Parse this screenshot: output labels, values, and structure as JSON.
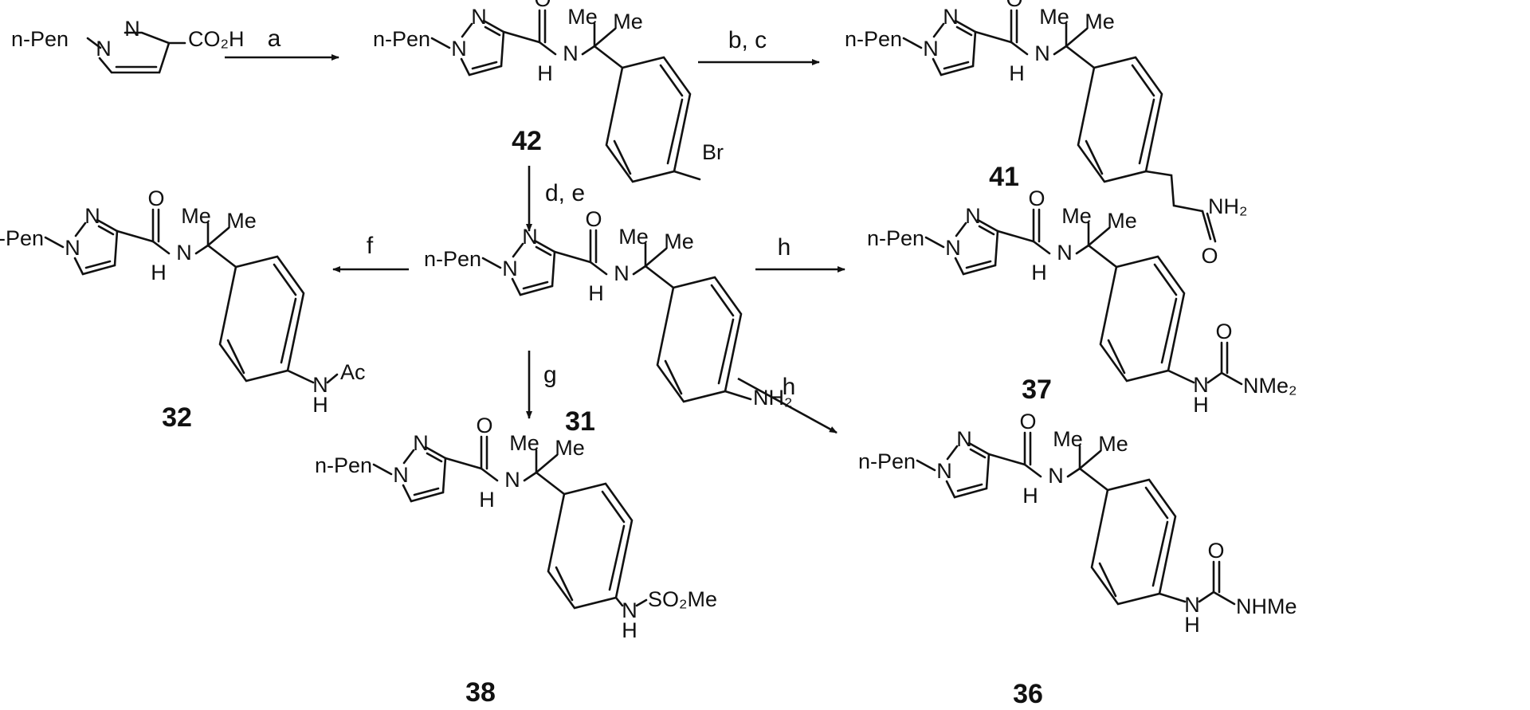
{
  "scheme": {
    "start": {
      "pen": "n-Pen",
      "n1": "N",
      "n2": "N",
      "acid": "CO₂H"
    },
    "mol_42": {
      "id": "42",
      "pen": "n-Pen",
      "n1": "N",
      "n2": "N",
      "o": "O",
      "me1": "Me",
      "me2": "Me",
      "nh_n": "N",
      "nh_h": "H",
      "sub": "Br"
    },
    "mol_41": {
      "id": "41",
      "pen": "n-Pen",
      "n1": "N",
      "n2": "N",
      "o": "O",
      "me1": "Me",
      "me2": "Me",
      "nh_n": "N",
      "nh_h": "H",
      "amide_o": "O",
      "amide_nh2": "NH₂"
    },
    "mol_31": {
      "id": "31",
      "pen": "n-Pen",
      "n1": "N",
      "n2": "N",
      "o": "O",
      "me1": "Me",
      "me2": "Me",
      "nh_n": "N",
      "nh_h": "H",
      "sub": "NH₂"
    },
    "mol_32": {
      "id": "32",
      "pen": "n-Pen",
      "n1": "N",
      "n2": "N",
      "o": "O",
      "me1": "Me",
      "me2": "Me",
      "nh_n": "N",
      "nh_h": "H",
      "sub_n": "N",
      "sub_h": "H",
      "sub_r": "Ac"
    },
    "mol_37": {
      "id": "37",
      "pen": "n-Pen",
      "n1": "N",
      "n2": "N",
      "o": "O",
      "me1": "Me",
      "me2": "Me",
      "nh_n": "N",
      "nh_h": "H",
      "sub_n": "N",
      "sub_h": "H",
      "urea_o": "O",
      "urea_r": "NMe₂"
    },
    "mol_38": {
      "id": "38",
      "pen": "n-Pen",
      "n1": "N",
      "n2": "N",
      "o": "O",
      "me1": "Me",
      "me2": "Me",
      "nh_n": "N",
      "nh_h": "H",
      "sub_n": "N",
      "sub_h": "H",
      "sub_r": "SO₂Me"
    },
    "mol_36": {
      "id": "36",
      "pen": "n-Pen",
      "n1": "N",
      "n2": "N",
      "o": "O",
      "me1": "Me",
      "me2": "Me",
      "nh_n": "N",
      "nh_h": "H",
      "sub_n": "N",
      "sub_h": "H",
      "urea_o": "O",
      "urea_r": "NHMe"
    },
    "arrows": {
      "a": "a",
      "bc": "b, c",
      "de": "d, e",
      "f": "f",
      "g": "g",
      "h1": "h",
      "h2": "h"
    }
  }
}
